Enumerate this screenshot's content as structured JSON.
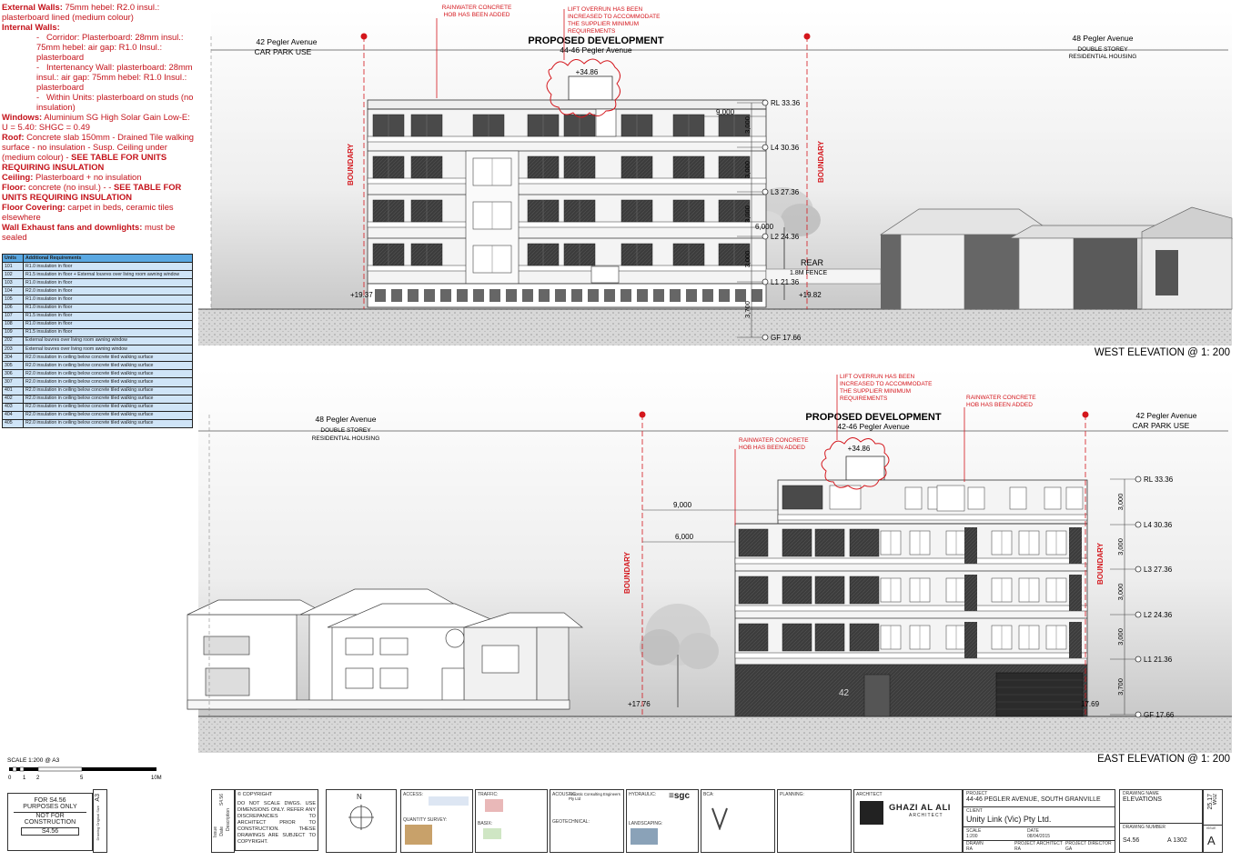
{
  "notes": {
    "external_walls_label": "External Walls:",
    "external_walls_text": " 75mm hebel: R2.0 insul.: plasterboard lined (medium colour)",
    "internal_walls_label": "Internal Walls:",
    "corridor": "Corridor: Plasterboard: 28mm insul.: 75mm hebel: air gap: R1.0 Insul.: plasterboard",
    "intertenancy": "Intertenancy Wall: plasterboard: 28mm insul.: air gap: 75mm hebel: R1.0 Insul.: plasterboard",
    "within_units": "Within Units: plasterboard on studs (no insulation)",
    "windows_label": "Windows:",
    "windows_text": " Aluminium SG High Solar Gain Low-E: U = 5.40: SHGC = 0.49",
    "roof_label": "Roof:",
    "roof_text": " Concrete slab 150mm - Drained Tile walking surface - no insulation - Susp. Ceiling under (medium colour) - ",
    "roof_bold": "SEE TABLE FOR UNITS REQUIRING INSULATION",
    "ceiling_label": "Ceiling:",
    "ceiling_text": " Plasterboard + no insulation",
    "floor_label": "Floor:",
    "floor_text": " concrete (no insul.) - - ",
    "floor_bold": "SEE TABLE FOR UNITS REQUIRING INSULATION",
    "floor_covering_label": "Floor Covering:",
    "floor_covering_text": " carpet in beds, ceramic tiles elsewhere",
    "exhaust_label": "Wall Exhaust fans and downlights:",
    "exhaust_text": " must be sealed"
  },
  "units_table": {
    "headers": [
      "Units",
      "Additional Requirements"
    ],
    "rows": [
      [
        "101",
        "R1.0 insulation in floor"
      ],
      [
        "102",
        "R1.5 insulation in floor + External louvres over living room awning window"
      ],
      [
        "103",
        "R1.0 insulation in floor"
      ],
      [
        "104",
        "R2.0 insulation in floor"
      ],
      [
        "105",
        "R1.0 insulation in floor"
      ],
      [
        "106",
        "R1.0 insulation in floor"
      ],
      [
        "107",
        "R1.5 insulation in floor"
      ],
      [
        "108",
        "R1.0 insulation in floor"
      ],
      [
        "109",
        "R1.5 insulation in floor"
      ],
      [
        "202",
        "External louvres over living room awning window"
      ],
      [
        "203",
        "External louvres over living room awning window"
      ],
      [
        "304",
        "R2.0 insulation in ceiling below concrete tiled walking surface"
      ],
      [
        "305",
        "R2.0 insulation in ceiling below concrete tiled walking surface"
      ],
      [
        "306",
        "R2.0 insulation in ceiling below concrete tiled walking surface"
      ],
      [
        "307",
        "R2.0 insulation in ceiling below concrete tiled walking surface"
      ],
      [
        "401",
        "R2.0 insulation in ceiling below concrete tiled walking surface"
      ],
      [
        "402",
        "R2.0 insulation in ceiling below concrete tiled walking surface"
      ],
      [
        "403",
        "R2.0 insulation in ceiling below concrete tiled walking surface"
      ],
      [
        "404",
        "R2.0 insulation in ceiling below concrete tiled walking surface"
      ],
      [
        "405",
        "R2.0 insulation in ceiling below concrete tiled walking surface"
      ]
    ]
  },
  "west": {
    "title": "WEST ELEVATION @ 1: 200",
    "left_street": "42 Pegler Avenue",
    "left_use": "CAR PARK USE",
    "dev_title": "PROPOSED DEVELOPMENT",
    "dev_address": "44-46 Pegler Avenue",
    "right_street": "48 Pegler Avenue",
    "right_use1": "DOUBLE STOREY",
    "right_use2": "RESIDENTIAL HOUSING",
    "note_hob": [
      "RAINWATER CONCRETE",
      "HOB HAS BEEN ADDED"
    ],
    "note_lift": [
      "LIFT OVERRUN HAS BEEN",
      "INCREASED TO ACCOMMODATE",
      "THE SUPPLIER MINIMUM",
      "REQUIREMENTS"
    ],
    "lift_level": "+34.86",
    "levels": [
      "RL 33.36",
      "L4 30.36",
      "L3 27.36",
      "L2 24.36",
      "L1 21.36",
      "GF 17.66"
    ],
    "dims": [
      "3,000",
      "3,000",
      "3,000",
      "3,000",
      "3,700"
    ],
    "setback1": "9,000",
    "setback2": "6,000",
    "boundary": "BOUNDARY",
    "rear1": "REAR",
    "rear2": "1.8M FENCE",
    "spot_left": "+19.37",
    "spot_right": "+19.82"
  },
  "east": {
    "title": "EAST ELEVATION @ 1: 200",
    "left_street": "48 Pegler Avenue",
    "left_use1": "DOUBLE STOREY",
    "left_use2": "RESIDENTIAL HOUSING",
    "dev_title": "PROPOSED DEVELOPMENT",
    "dev_address": "42-46 Pegler Avenue",
    "right_street": "42 Pegler Avenue",
    "right_use": "CAR PARK USE",
    "note_hob": [
      "RAINWATER CONCRETE",
      "HOB HAS BEEN ADDED"
    ],
    "note_hob2": [
      "RAINWATER CONCRETE",
      "HOB HAS BEEN ADDED"
    ],
    "note_lift": [
      "LIFT OVERRUN HAS BEEN",
      "INCREASED TO ACCOMMODATE",
      "THE SUPPLIER MINIMUM",
      "REQUIREMENTS"
    ],
    "lift_level": "+34.86",
    "levels": [
      "RL 33.36",
      "L4 30.36",
      "L3 27.36",
      "L2 24.36",
      "L1 21.36",
      "GF 17.66"
    ],
    "dims": [
      "3,000",
      "3,000",
      "3,000",
      "3,000",
      "3,700"
    ],
    "setback1": "9,000",
    "setback2": "6,000",
    "boundary": "BOUNDARY",
    "street_no": "42",
    "spot_left": "+17.76",
    "spot_right": "17.69"
  },
  "scale": {
    "label": "SCALE 1:200 @ A3",
    "ticks": [
      "0",
      "1",
      "2",
      "5",
      "10M"
    ]
  },
  "titleblock": {
    "stamp1": "FOR S4.56",
    "stamp2": "PURPOSES ONLY",
    "stamp3": "NOT FOR",
    "stamp4": "CONSTRUCTION",
    "stamp5": "S4.56",
    "sheet_size": "A3",
    "original_size": "Drawing Original Size",
    "col_issue": "Issue",
    "col_date": "Date",
    "col_desc": "Description",
    "col_rev": "S4.56",
    "copyright_title": "© COPYRIGHT",
    "copyright_text": "DO NOT SCALE DWGS. USE DIMENSIONS ONLY. REFER ANY DISCREPANCIES TO ARCHITECT PRIOR TO CONSTRUCTION. THESE DRAWINGS ARE SUBJECT TO COPYRIGHT.",
    "north": "N",
    "access_label": "ACCESS:",
    "survey_label": "QUANTITY SURVEY:",
    "traffic_label": "TRAFFIC:",
    "basix_label": "BASIX:",
    "acoustic_label": "ACOUSTIC:",
    "acoustic_firm": "Acoustic Consulting Engineers Pty Ltd",
    "geo_label": "GEOTECHNICAL:",
    "hydraulic_label": "HYDRAULIC:",
    "sgc": "≡sgc",
    "landscaping_label": "LANDSCAPING:",
    "bca_label": "BCA:",
    "planning_label": "PLANNING:",
    "architect_label": "ARCHITECT",
    "architect_name": "GHAZI AL ALI",
    "architect_sub": "ARCHITECT",
    "project_label": "PROJECT",
    "project": "44-46 PEGLER AVENUE, SOUTH GRANVILLE",
    "client_label": "CLIENT",
    "client": "Unity Link (Vic) Pty Ltd.",
    "scale_label": "SCALE",
    "scale_val": "1:200",
    "date_label": "DATE",
    "date_val": "08/04/2015",
    "drawn_label": "DRAWN",
    "drawn_val": "RA",
    "pa_label": "PROJECT ARCHITECT",
    "pa_val": "RA",
    "pd_label": "PROJECT DIRECTOR",
    "pd_val": "GA",
    "drawing_name_label": "DRAWING NAME",
    "drawing_name": "ELEVATIONS",
    "drawing_no_label": "DRAWING NUMBER",
    "drawing_prefix": "S4.56",
    "drawing_no": "A 1302",
    "job_no": "25.17",
    "job_sub": "W02",
    "issue_label": "ISSUE",
    "issue": "A"
  }
}
